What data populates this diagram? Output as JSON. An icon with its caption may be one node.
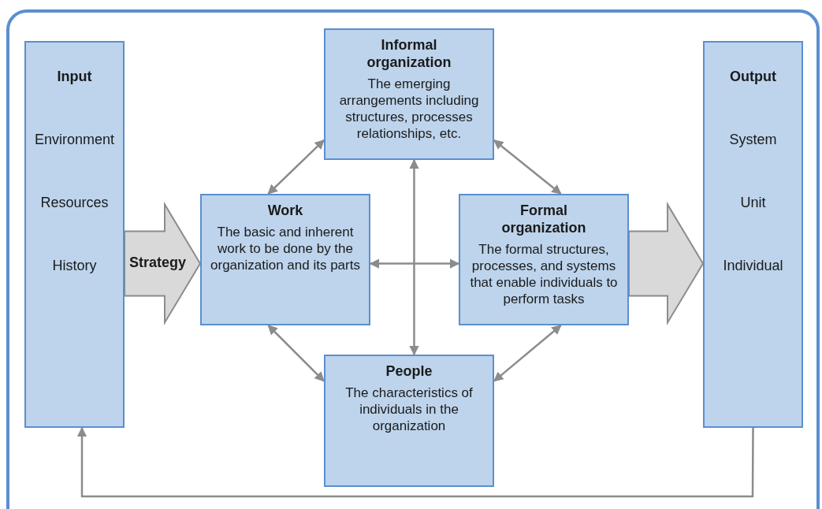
{
  "diagram": {
    "nodes": [
      {
        "text": [
          "Input",
          "Environment",
          "Resources",
          "History"
        ]
      },
      {
        "text": [
          "Informal organization",
          "The emerging arrangements including structures, processes relationships, etc."
        ]
      },
      {
        "text": [
          "Work",
          "The basic and inherent work to be done by the organization and its parts"
        ]
      },
      {
        "text": [
          "Formal organization",
          "The formal structures, processes, and systems that enable individuals to perform tasks"
        ]
      },
      {
        "text": [
          "People",
          "The characteristics of individuals in the organization"
        ]
      },
      {
        "text": [
          "Output",
          "System",
          "Unit",
          "Individual"
        ]
      }
    ],
    "edges": [
      {
        "from": 0,
        "to": 2,
        "arrow": "to",
        "style": "thick",
        "label": "Strategy"
      },
      {
        "from": 2,
        "to": 1,
        "arrow": "both"
      },
      {
        "from": 1,
        "to": 3,
        "arrow": "both"
      },
      {
        "from": 2,
        "to": 4,
        "arrow": "both"
      },
      {
        "from": 3,
        "to": 4,
        "arrow": "both"
      },
      {
        "from": 2,
        "to": 3,
        "arrow": "both"
      },
      {
        "from": 1,
        "to": 4,
        "arrow": "both"
      },
      {
        "from": 3,
        "to": 5,
        "arrow": "to",
        "style": "thick"
      },
      {
        "from": 5,
        "to": 0,
        "arrow": "to"
      }
    ]
  }
}
